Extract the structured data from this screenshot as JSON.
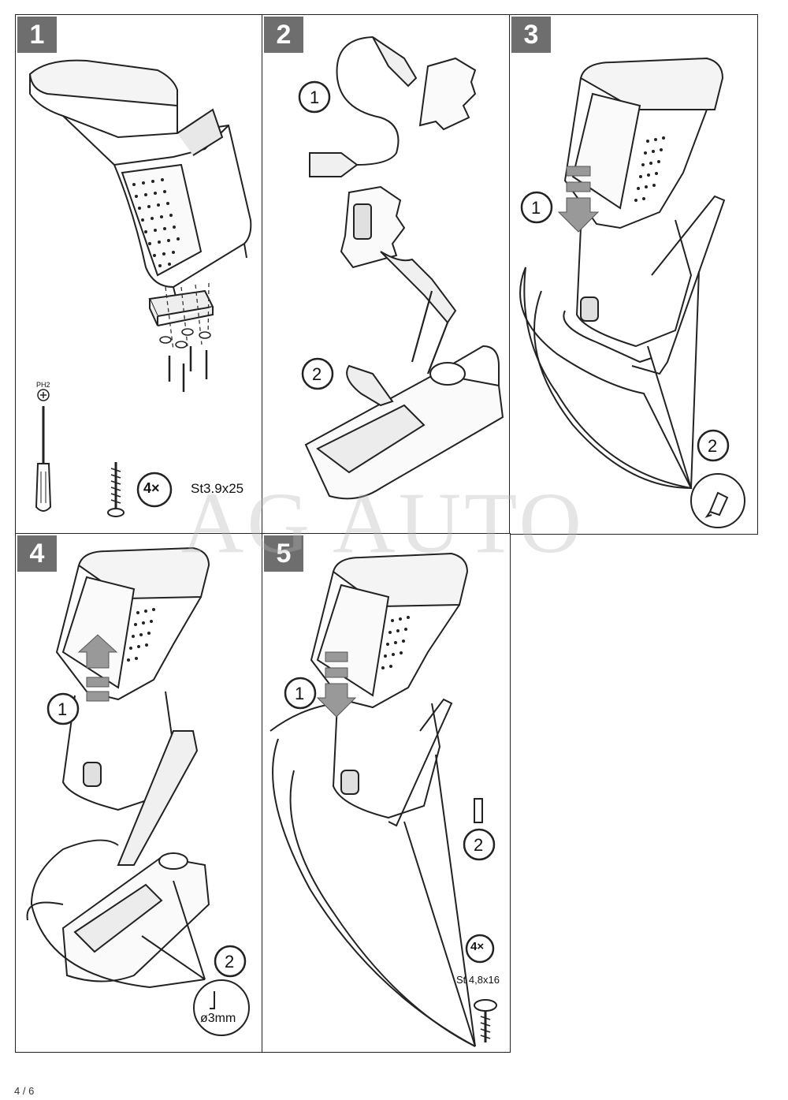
{
  "panels": [
    {
      "step": "1",
      "tool": "PH2",
      "screw_count": "4×",
      "screw_spec": "St3.9x25"
    },
    {
      "step": "2",
      "callouts": [
        "1",
        "2"
      ]
    },
    {
      "step": "3",
      "callouts": [
        "1",
        "2"
      ]
    },
    {
      "step": "4",
      "callouts": [
        "1",
        "2"
      ],
      "drill_spec": "ø3mm"
    },
    {
      "step": "5",
      "callouts": [
        "1",
        "2"
      ],
      "screw_count": "4×",
      "screw_spec": "St 4,8x16"
    }
  ],
  "watermark": "AG AUTO",
  "page_number": "4 / 6"
}
